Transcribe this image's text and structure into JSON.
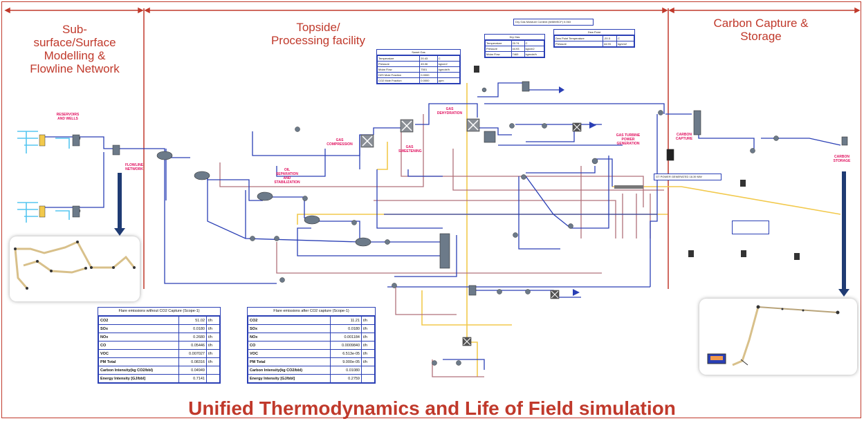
{
  "sections": {
    "left": "Sub-\nsurface/Surface\nModelling &\nFlowline Network",
    "middle": "Topside/\nProcessing facility",
    "right": "Carbon Capture &\nStorage"
  },
  "process_labels": {
    "reservoirs": "RESERVOIRS\nAND WELLS",
    "flowline": "FLOWLINE\nNETWORK",
    "oil_separation": "OIL\nSEPARATION\nAND\nSTABILIZATION",
    "gas_compression": "GAS\nCOMPRESSION",
    "gas_sweetening": "GAS\nSWEETENING",
    "gas_dehydration": "GAS\nDEHYDRATION",
    "gas_turbine": "GAS TURBINE\nPOWER\nGENERATION",
    "carbon_capture": "CARBON\nCAPTURE",
    "carbon_storage": "CARBON\nSTORAGE"
  },
  "emissions_before": {
    "title": "Flare emissions without CO2 Capture (Scope-1)",
    "rows": [
      {
        "name": "CO2",
        "value": "51.02",
        "unit": "t/h"
      },
      {
        "name": "SOx",
        "value": "0.0180",
        "unit": "t/h"
      },
      {
        "name": "NOx",
        "value": "0.2680",
        "unit": "t/h"
      },
      {
        "name": "CO",
        "value": "0.05446",
        "unit": "t/h"
      },
      {
        "name": "VOC",
        "value": "0.007027",
        "unit": "t/h"
      },
      {
        "name": "PM Total",
        "value": "0.08316",
        "unit": "t/h"
      },
      {
        "name": "Carbon Intensity(kg CO2/bbl)",
        "value": "0.04949",
        "unit": ""
      },
      {
        "name": "Energy Intensity [GJ/bbl]",
        "value": "0.7141",
        "unit": ""
      }
    ]
  },
  "emissions_after": {
    "title": "Flare emissions after CO2 capture (Scope-1)",
    "rows": [
      {
        "name": "CO2",
        "value": "11.21",
        "unit": "t/h"
      },
      {
        "name": "SOx",
        "value": "0.0180",
        "unit": "t/h"
      },
      {
        "name": "NOx",
        "value": "0.001184",
        "unit": "t/h"
      },
      {
        "name": "CO",
        "value": "0.0009840",
        "unit": "t/h"
      },
      {
        "name": "VOC",
        "value": "6.513e-05",
        "unit": "t/h"
      },
      {
        "name": "PM Total",
        "value": "9.000e-05",
        "unit": "t/h"
      },
      {
        "name": "Carbon Intensity(kg CO2/bbl)",
        "value": "0.01080",
        "unit": ""
      },
      {
        "name": "Energy Intensity [GJ/bbl]",
        "value": "0.2759",
        "unit": ""
      }
    ]
  },
  "sweet_gas": {
    "title": "Sweet Gas",
    "rows": [
      {
        "name": "Temperature",
        "value": "20.43",
        "unit": "C"
      },
      {
        "name": "Pressure",
        "value": "45.06",
        "unit": "kg/cm2"
      },
      {
        "name": "Molar Flow",
        "value": "7501",
        "unit": "kgmole/h"
      },
      {
        "name": "H2S Mole Fraction",
        "value": "0.0000",
        "unit": ""
      },
      {
        "name": "CO2 Mole Fraction",
        "value": "0.0000",
        "unit": "ppm"
      }
    ]
  },
  "dry_gas": {
    "title": "Dry Gas",
    "rows": [
      {
        "name": "Temperature",
        "value": "20.74",
        "unit": "C"
      },
      {
        "name": "Pressure",
        "value": "44.93",
        "unit": "kg/cm2"
      },
      {
        "name": "Molar Flow",
        "value": "7463",
        "unit": "kgmole/h"
      }
    ]
  },
  "dew_point": {
    "title": "Dew Point",
    "rows": [
      {
        "name": "Dew Point Temperature",
        "value": "-20.3",
        "unit": "C"
      },
      {
        "name": "Pressure",
        "value": "44.93",
        "unit": "kg/cm2"
      }
    ]
  },
  "dry_gas_moisture": "Dry Gas Moisture Content (lb/MMSCF)  0.063",
  "gt_power": "GT POWER GENERATED  18.39 MW",
  "footer": "Unified Thermodynamics and Life of Field simulation",
  "colors": {
    "accent": "#c0392b",
    "stream": "#2a3fb5",
    "gas": "#f2c94c",
    "water": "#55c6f0",
    "utility": "#b0707a",
    "label": "#e0115f",
    "arrow": "#1f3b73"
  }
}
